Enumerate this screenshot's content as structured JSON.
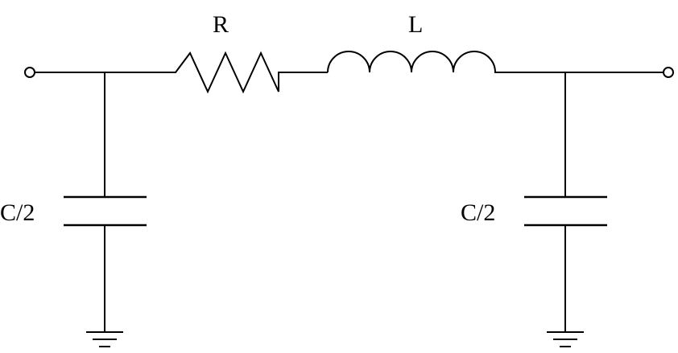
{
  "diagram": {
    "type": "pi-section transmission line equivalent circuit",
    "labels": {
      "resistor": "R",
      "inductor": "L",
      "capacitor_left": "C/2",
      "capacitor_right": "C/2"
    }
  }
}
